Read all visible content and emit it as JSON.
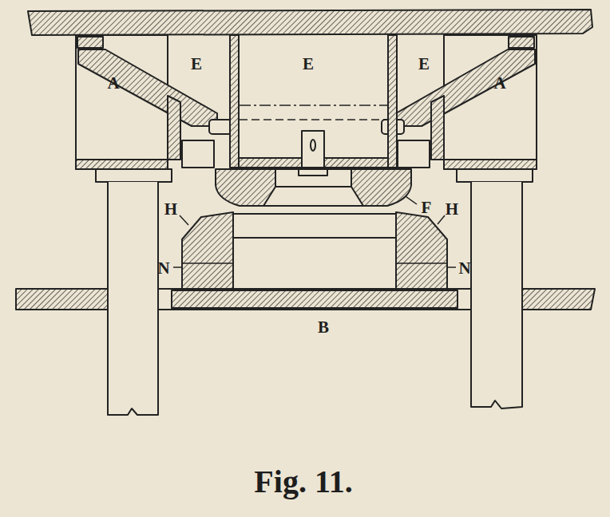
{
  "diagram": {
    "caption": "Fig. 11.",
    "labels": [
      "E",
      "E",
      "E",
      "A",
      "A",
      "H",
      "F",
      "H",
      "N",
      "N",
      "B"
    ]
  }
}
